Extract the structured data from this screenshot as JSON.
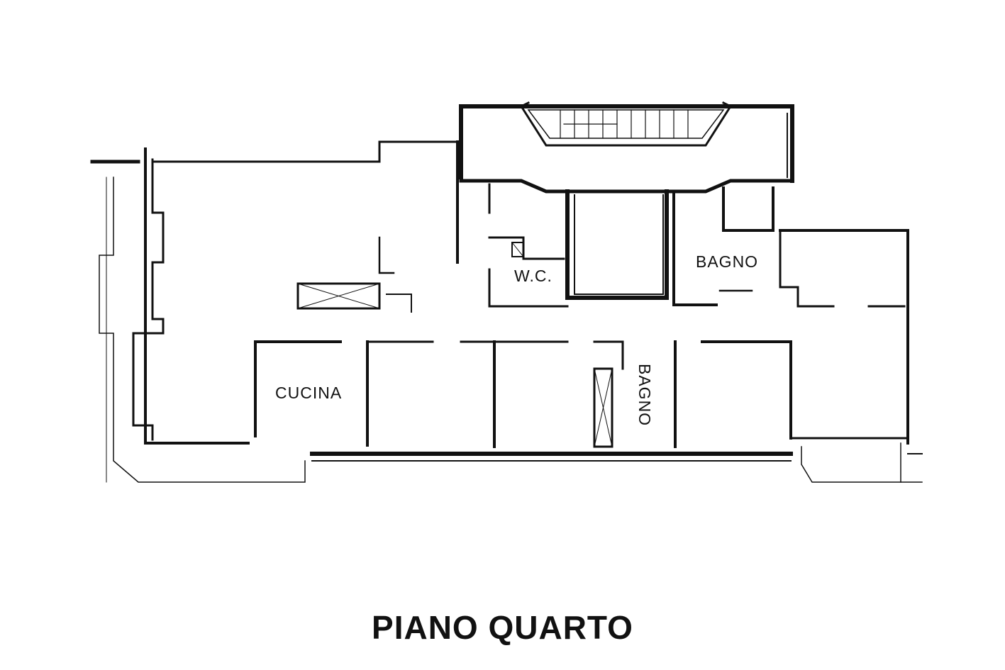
{
  "title": "PIANO QUARTO",
  "rooms": {
    "wc": "W.C.",
    "bagno_top": "BAGNO",
    "cucina": "CUCINA",
    "bagno_vertical": "BAGNO"
  },
  "colors": {
    "ink": "#111111",
    "paper": "#ffffff"
  }
}
